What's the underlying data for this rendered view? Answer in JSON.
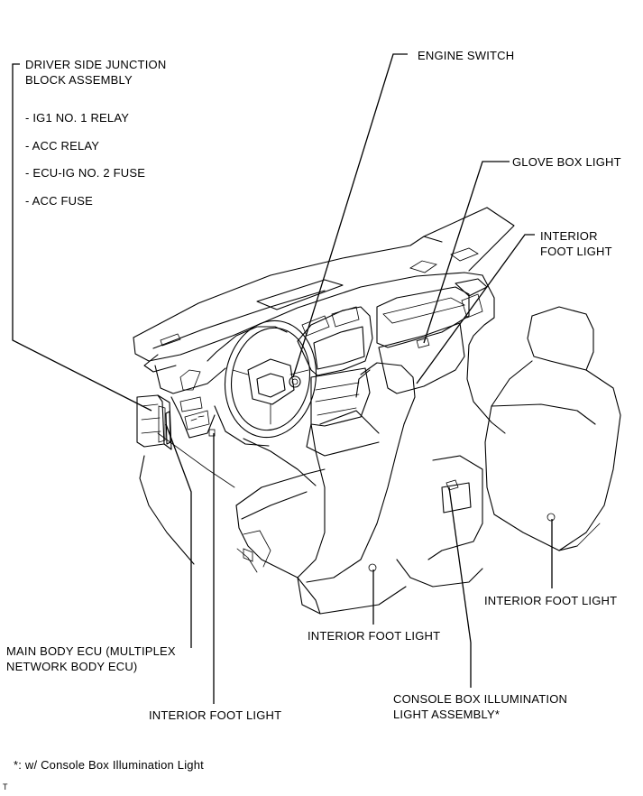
{
  "labels": {
    "junction_block_line1": "DRIVER SIDE JUNCTION",
    "junction_block_line2": "BLOCK ASSEMBLY",
    "ig1_relay": "- IG1 NO. 1 RELAY",
    "acc_relay": "- ACC RELAY",
    "ecu_ig_fuse": "- ECU-IG NO. 2 FUSE",
    "acc_fuse": "- ACC FUSE",
    "engine_switch": "ENGINE SWITCH",
    "glove_box_light": "GLOVE BOX LIGHT",
    "interior_foot_light_top_line1": "INTERIOR",
    "interior_foot_light_top_line2": "FOOT LIGHT",
    "interior_foot_light_right": "INTERIOR FOOT LIGHT",
    "interior_foot_light_center": "INTERIOR FOOT LIGHT",
    "main_body_ecu_line1": "MAIN BODY ECU (MULTIPLEX",
    "main_body_ecu_line2": "NETWORK BODY ECU)",
    "interior_foot_light_bottom": "INTERIOR FOOT LIGHT",
    "console_box_line1": "CONSOLE BOX ILLUMINATION",
    "console_box_line2": "LIGHT ASSEMBLY*",
    "footnote": "*: w/ Console Box Illumination Light",
    "corner_mark": "T"
  }
}
